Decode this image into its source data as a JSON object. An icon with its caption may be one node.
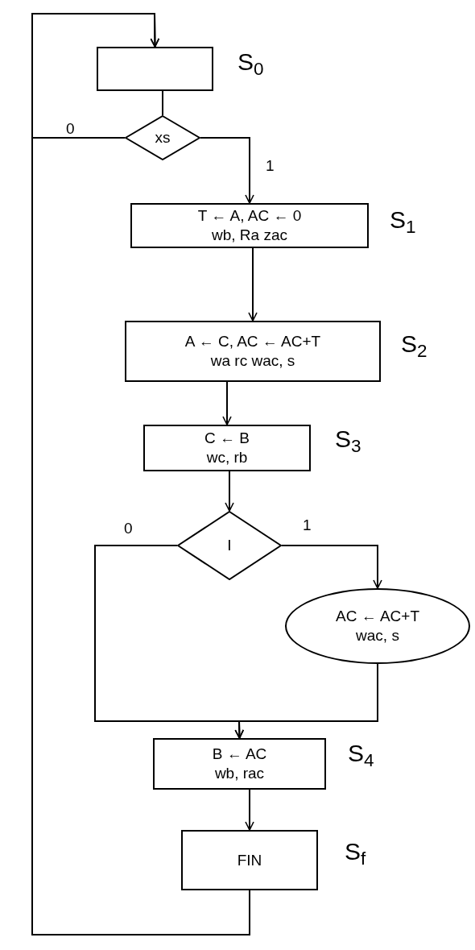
{
  "diagram": {
    "nodes": [
      {
        "text": [],
        "shape": "box",
        "beside": [
          "S$_{0}$"
        ]
      },
      {
        "text": [
          "xs"
        ]
      },
      {
        "text": [
          "T ← A, AC ← 0",
          "wb, Ra zac"
        ],
        "beside": [
          "S$_{1}$"
        ]
      },
      {
        "text": [
          "A ← C, AC ← AC+T",
          "wa rc wac, s"
        ],
        "beside": [
          "S$_{2}$"
        ]
      },
      {
        "text": [
          "C ← B",
          "wc, rb"
        ],
        "beside": [
          "S$_{3}$"
        ]
      },
      {
        "text": [
          "I"
        ]
      },
      {
        "text": [
          "AC ← AC+T",
          "wac, s"
        ]
      },
      {
        "text": [
          "B ← AC",
          "wb, rac"
        ],
        "beside": [
          "S$_{4}$"
        ]
      },
      {
        "text": [
          "FIN"
        ],
        "beside": [
          "S$_{f}$"
        ]
      }
    ],
    "edges": [
      {
        "from": 0,
        "to": 1,
        "arrow": "none"
      },
      {
        "from": 1,
        "to": 0,
        "arrow": "to",
        "label": "0"
      },
      {
        "from": 1,
        "to": 2,
        "arrow": "to",
        "label": "1"
      },
      {
        "from": 2,
        "to": 3,
        "arrow": "to"
      },
      {
        "from": 3,
        "to": 4,
        "arrow": "to"
      },
      {
        "from": 4,
        "to": 5,
        "arrow": "to"
      },
      {
        "from": 5,
        "to": 6,
        "arrow": "to",
        "label": "1"
      },
      {
        "from": 5,
        "to": 7,
        "arrow": "to",
        "label": "0"
      },
      {
        "from": 6,
        "to": 7,
        "arrow": "to"
      },
      {
        "from": 7,
        "to": 8,
        "arrow": "to"
      },
      {
        "from": 8,
        "to": 0,
        "arrow": "to"
      }
    ]
  }
}
